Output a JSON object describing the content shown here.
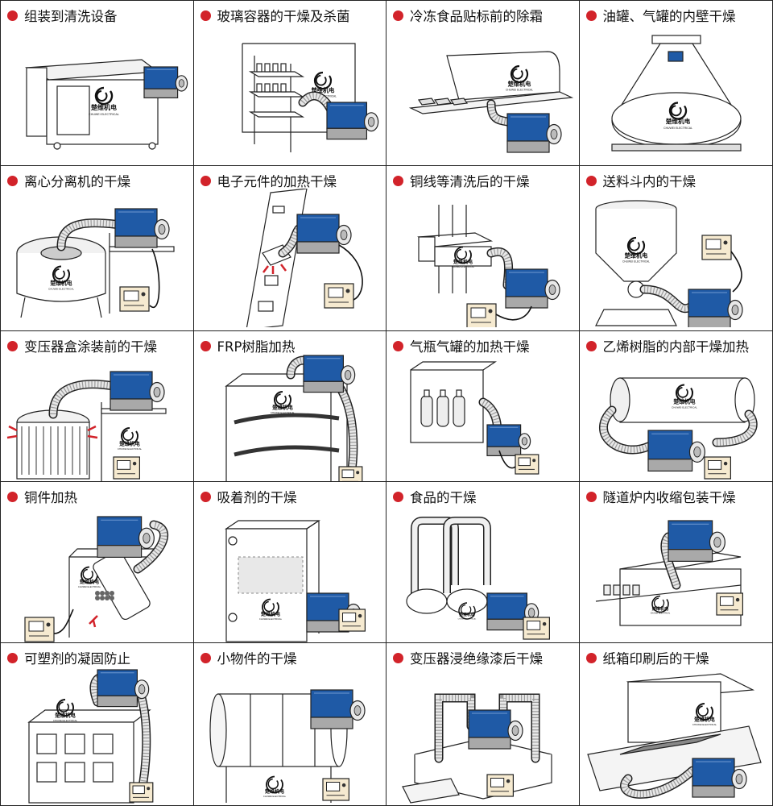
{
  "brand": {
    "name_cn": "楚维机电",
    "name_en": "CHUWEI ELECTRICAL"
  },
  "colors": {
    "accent_dot": "#d2232a",
    "heater_blue": "#1f5aa6",
    "heater_grey": "#a9a9a9",
    "line": "#222222"
  },
  "panels": [
    {
      "title": "组装到清洗设备",
      "scene": "washer"
    },
    {
      "title": "玻璃容器的干燥及杀菌",
      "scene": "glass-rack"
    },
    {
      "title": "冷冻食品贴标前的除霜",
      "scene": "conveyor-hood"
    },
    {
      "title": "油罐、气罐的内壁干燥",
      "scene": "tank"
    },
    {
      "title": "离心分离机的干燥",
      "scene": "centrifuge"
    },
    {
      "title": "电子元件的加热干燥",
      "scene": "electronics"
    },
    {
      "title": "铜线等清洗后的干燥",
      "scene": "copper-wire"
    },
    {
      "title": "送料斗内的干燥",
      "scene": "hopper"
    },
    {
      "title": "变压器盒涂装前的干燥",
      "scene": "transformer-box"
    },
    {
      "title": "FRP树脂加热",
      "scene": "frp-oven"
    },
    {
      "title": "气瓶气罐的加热干燥",
      "scene": "gas-cylinders"
    },
    {
      "title": "乙烯树脂的内部干燥加热",
      "scene": "vinyl-drum"
    },
    {
      "title": "铜件加热",
      "scene": "copper-parts"
    },
    {
      "title": "吸着剂的干燥",
      "scene": "adsorbent"
    },
    {
      "title": "食品的干燥",
      "scene": "food"
    },
    {
      "title": "隧道炉内收缩包装干燥",
      "scene": "tunnel"
    },
    {
      "title": "可塑剂的凝固防止",
      "scene": "plasticizer"
    },
    {
      "title": "小物件的干燥",
      "scene": "small-parts"
    },
    {
      "title": "变压器浸绝缘漆后干燥",
      "scene": "varnish"
    },
    {
      "title": "纸箱印刷后的干燥",
      "scene": "carton"
    }
  ]
}
